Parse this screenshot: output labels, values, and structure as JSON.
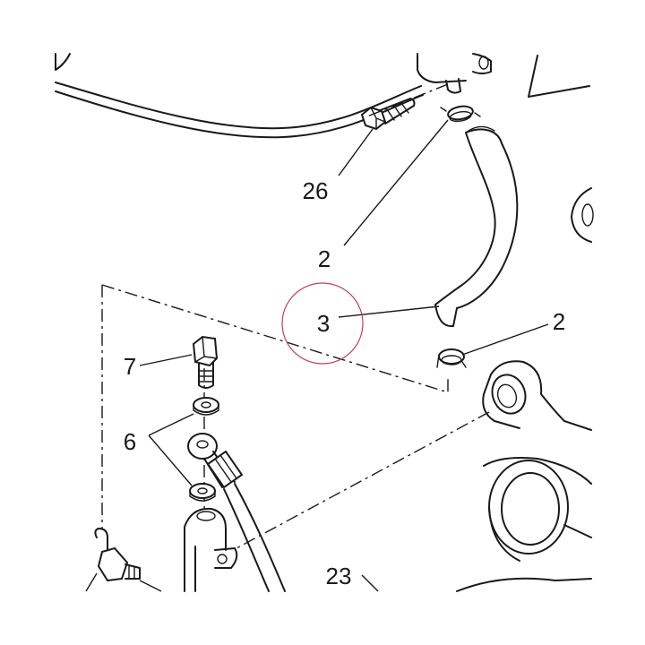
{
  "callouts": {
    "c26": "26",
    "c2_top": "2",
    "c3": "3",
    "c2_right": "2",
    "c7": "7",
    "c6": "6",
    "c23": "23"
  },
  "colors": {
    "line": "#1a1a1a",
    "highlight_circle": "#c0405a",
    "background": "#ffffff"
  }
}
